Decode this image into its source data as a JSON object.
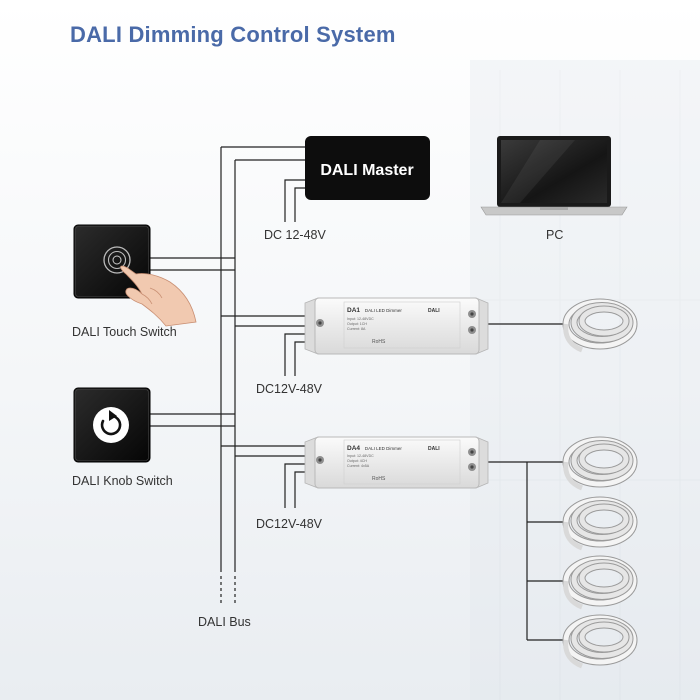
{
  "title": "DALI Dimming Control System",
  "master_label": "DALI Master",
  "labels": {
    "master_power": "DC 12-48V",
    "pc": "PC",
    "touch_switch": "DALI Touch Switch",
    "dimmer1_power": "DC12V-48V",
    "knob_switch": "DALI Knob Switch",
    "dimmer2_power": "DC12V-48V",
    "bus": "DALI Bus"
  },
  "dimmers": [
    {
      "model": "DA1",
      "name": "DALI LED Dimmer",
      "brand": "DALI",
      "spec_lines": [
        "Input: 12-48VDC",
        "Output: 1CH",
        "Current: 8A"
      ],
      "mark": "RoHS"
    },
    {
      "model": "DA4",
      "name": "DALI LED Dimmer",
      "brand": "DALI",
      "spec_lines": [
        "Input: 12-48VDC",
        "Output: 4CH",
        "Current: 4x5A"
      ],
      "mark": "RoHS"
    }
  ],
  "colors": {
    "title": "#4a6aa8",
    "wire": "#222222",
    "master_box": "#0d0d0d",
    "switch_panel": "#111111",
    "dimmer_body": "#ececec"
  }
}
